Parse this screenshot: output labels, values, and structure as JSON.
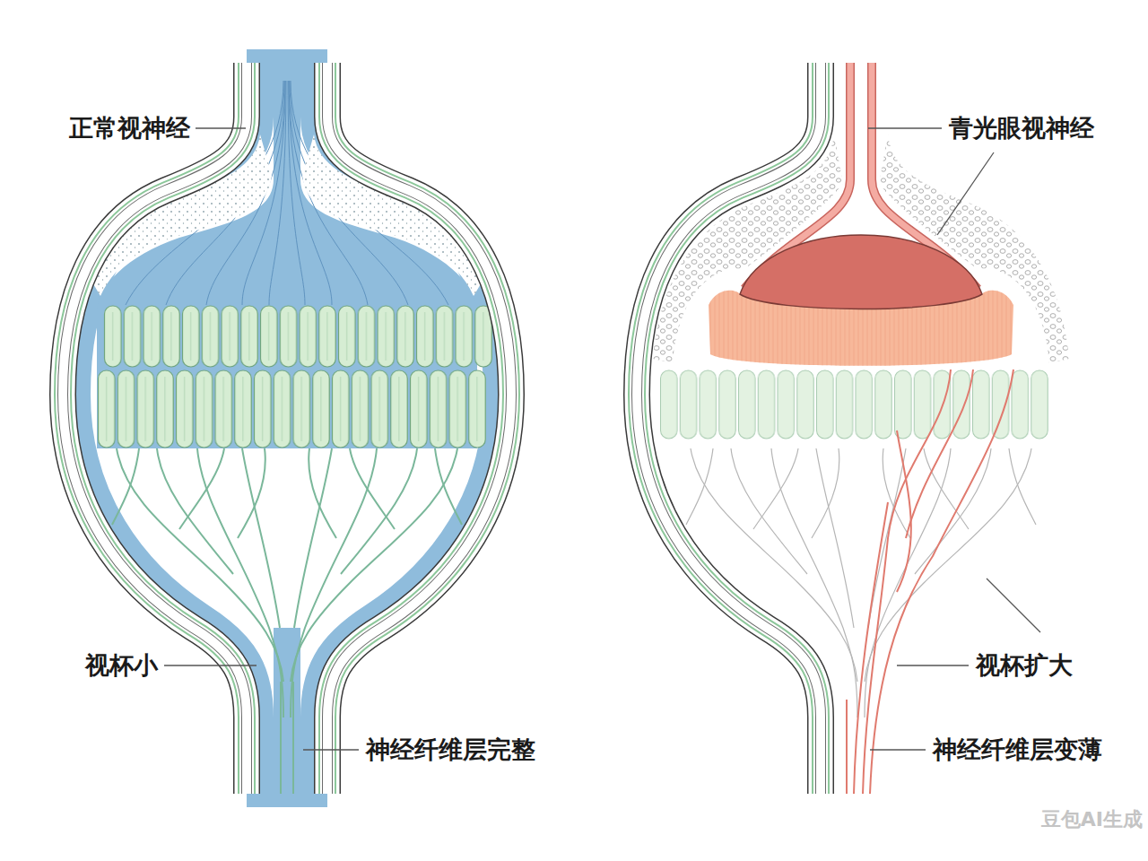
{
  "diagram": {
    "labels": [
      "正常视神经",
      "青光眼视神经",
      "视杯小",
      "视杯扩大",
      "神经纤维层完整",
      "神经纤维层变薄",
      "豆包AI生成"
    ]
  }
}
